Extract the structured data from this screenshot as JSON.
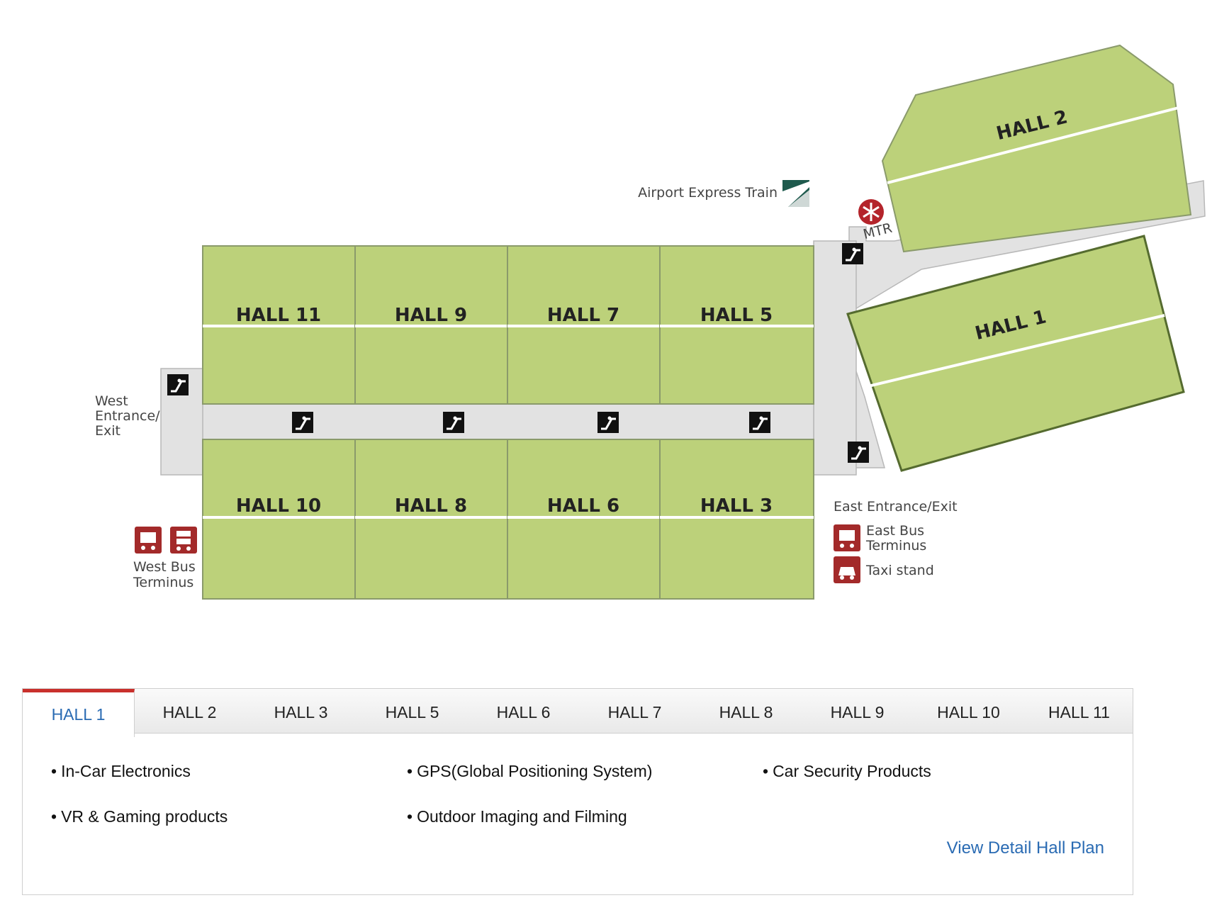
{
  "map": {
    "halls": {
      "hall1": "HALL 1",
      "hall2": "HALL 2",
      "hall3": "HALL 3",
      "hall5": "HALL 5",
      "hall6": "HALL 6",
      "hall7": "HALL 7",
      "hall8": "HALL 8",
      "hall9": "HALL 9",
      "hall10": "HALL 10",
      "hall11": "HALL 11"
    },
    "labels": {
      "airport_express": "Airport Express Train",
      "mtr": "MTR",
      "west_entrance_line1": "West",
      "west_entrance_line2": "Entrance/",
      "west_entrance_line3": "Exit",
      "west_bus_line1": "West Bus",
      "west_bus_line2": "Terminus",
      "east_entrance": "East Entrance/Exit",
      "east_bus_line1": "East Bus",
      "east_bus_line2": "Terminus",
      "taxi_stand": "Taxi stand"
    },
    "colors": {
      "hall_fill": "#bcd17a",
      "street": "#e2e2e2",
      "accent_red": "#c9302c"
    },
    "icons": [
      "escalator-icon",
      "mtr-logo-icon",
      "airport-express-icon",
      "bus-icon",
      "taxi-icon"
    ]
  },
  "tabs": {
    "items": [
      "HALL 1",
      "HALL 2",
      "HALL 3",
      "HALL 5",
      "HALL 6",
      "HALL 7",
      "HALL 8",
      "HALL 9",
      "HALL 10",
      "HALL 11"
    ],
    "active": "HALL 1"
  },
  "hall_content": {
    "features": [
      "In-Car Electronics",
      "GPS(Global Positioning System)",
      "Car Security Products",
      "VR & Gaming products",
      "Outdoor Imaging and Filming"
    ],
    "detail_link": "View Detail Hall Plan"
  }
}
